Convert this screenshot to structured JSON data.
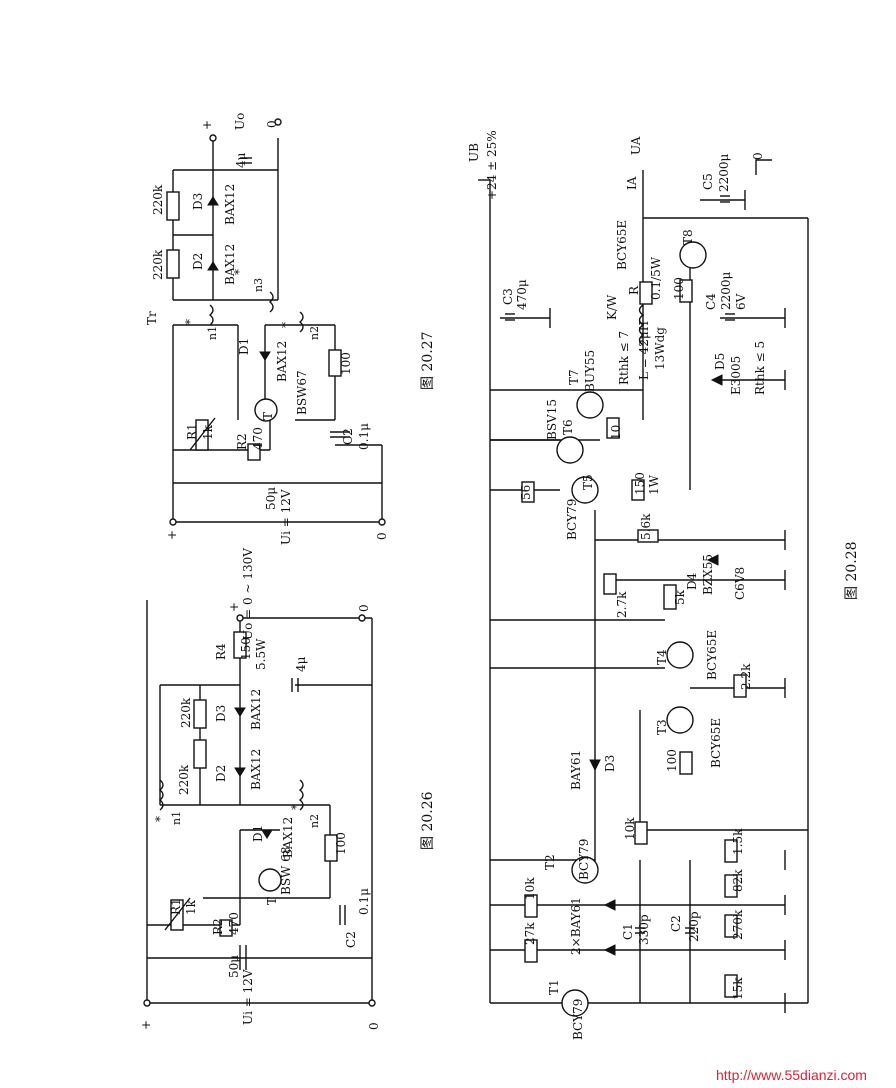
{
  "watermark": "http://www.55dianzi.com",
  "fig26": {
    "caption": "图 20.26",
    "labels": [
      "R1",
      "1k",
      "R2",
      "470",
      "T",
      "BSW 68",
      "D1",
      "BAX12",
      "n2",
      "100",
      "C2",
      "0.1μ",
      "50μ",
      "Ui = 12V",
      "n1",
      "220k",
      "D2",
      "BAX12",
      "220k",
      "D3",
      "BAX12",
      "R4",
      "150",
      "5.5W",
      "4μ",
      "Uo = 0 ~ 130V",
      "+",
      "0",
      "+",
      "0",
      "*",
      "*"
    ]
  },
  "fig27": {
    "caption": "图 20.27",
    "labels": [
      "Tr",
      "R1",
      "1k",
      "R2",
      "470",
      "T",
      "BSW67",
      "D1",
      "BAX12",
      "n2",
      "100",
      "C2",
      "0.1μ",
      "50μ",
      "Ui = 12V",
      "n1",
      "n3",
      "220k",
      "D2",
      "BAX12",
      "220k",
      "D3",
      "BAX12",
      "4μ",
      "Uo",
      "+",
      "0",
      "+",
      "0",
      "*",
      "*",
      "*"
    ]
  },
  "fig28": {
    "caption": "图 20.28",
    "labels": [
      "UB",
      "+24 ± 25%",
      "UA",
      "IA",
      "C5",
      "2200μ",
      "0",
      "C3",
      "470μ",
      "BCY65E",
      "T8",
      "R",
      "0.1/5W",
      "100",
      "C4",
      "2200μ",
      "6V",
      "K/W",
      "T7",
      "BUY55",
      "Rthk ≤ 7",
      "L = 42μH",
      "13Wdg",
      "D5",
      "E3005",
      "Rthk ≤ 5",
      "BSV15",
      "T6",
      "10",
      "T5",
      "150",
      "1W",
      "56",
      "BCY79",
      "5.6k",
      "2.7k",
      "5k",
      "D4",
      "BZX55",
      "C6V8",
      "T4",
      "BCY65E",
      "2.2k",
      "T3",
      "BCY65E",
      "100",
      "BAY61",
      "D3",
      "10k",
      "1.5k",
      "T2",
      "BCY79",
      "10k",
      "82k",
      "27k",
      "2×BAY61",
      "C1",
      "330p",
      "C2",
      "220p",
      "270k",
      "T1",
      "BCY79",
      "15k"
    ]
  }
}
